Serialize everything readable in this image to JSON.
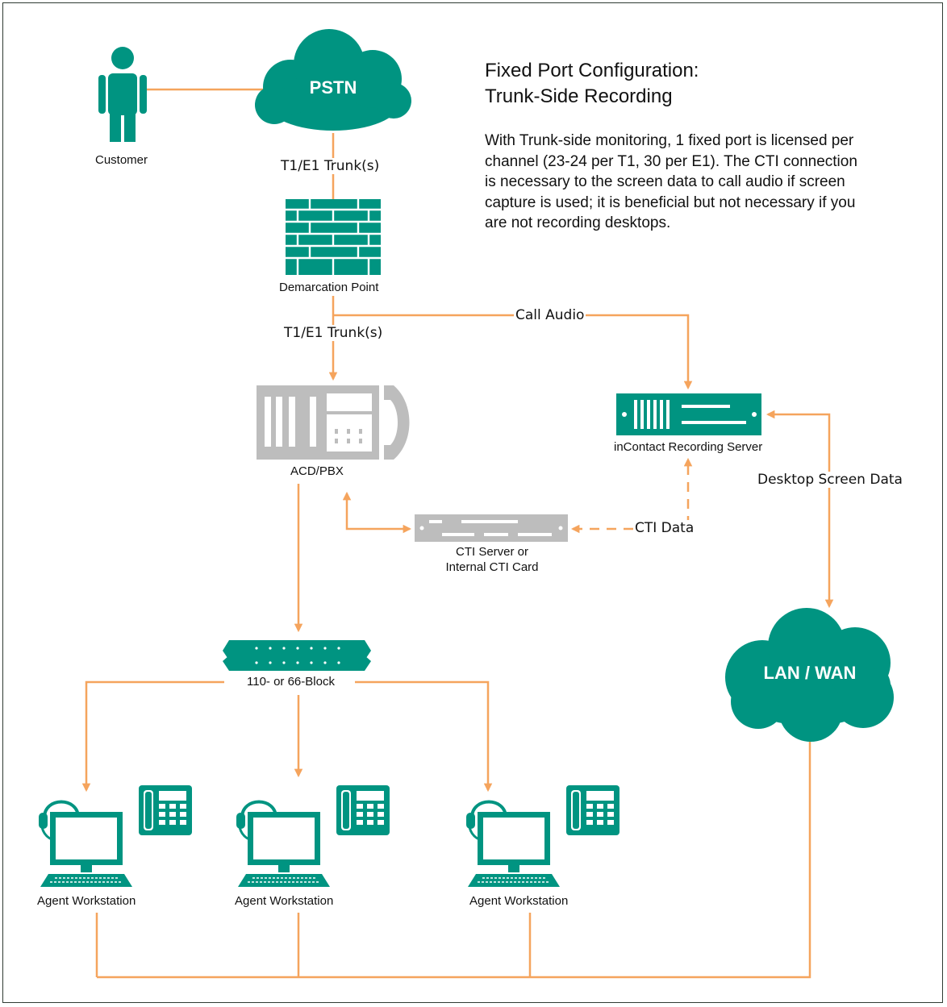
{
  "title": {
    "line1": "Fixed Port Configuration:",
    "line2": "Trunk-Side Recording"
  },
  "description": "With Trunk-side monitoring, 1 fixed port is licensed per channel (23-24 per T1, 30 per E1). The CTI connection is necessary to the screen data to call audio if screen capture is used; it is beneficial but not necessary if you are not recording desktops.",
  "nodes": {
    "customer": "Customer",
    "pstn": "PSTN",
    "demarcation": "Demarcation Point",
    "acd_pbx": "ACD/PBX",
    "recording_server": "inContact Recording Server",
    "cti_server_line1": "CTI Server or",
    "cti_server_line2": "Internal CTI Card",
    "punch_block": "110- or 66-Block",
    "lan_wan": "LAN / WAN",
    "workstations": [
      "Agent Workstation",
      "Agent Workstation",
      "Agent Workstation"
    ]
  },
  "edges": {
    "trunk_top": "T1/E1 Trunk(s)",
    "trunk_bottom": "T1/E1 Trunk(s)",
    "call_audio": "Call Audio",
    "cti_data": "CTI Data",
    "desktop_screen_data": "Desktop Screen Data"
  },
  "colors": {
    "teal": "#009481",
    "orange": "#f5a45d",
    "gray": "#bdbdbd",
    "border": "#2f3b33"
  }
}
